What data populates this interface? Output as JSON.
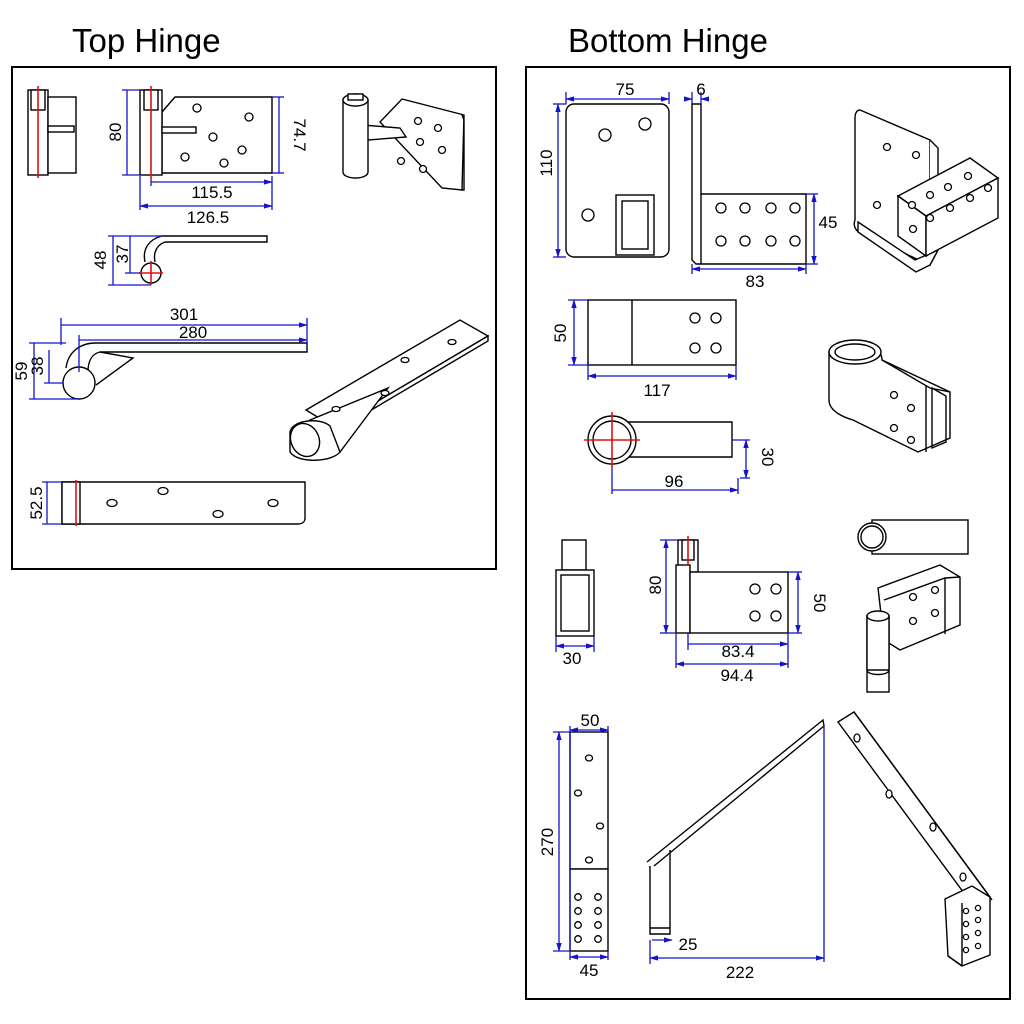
{
  "headings": {
    "top": "Top Hinge",
    "bottom": "Bottom Hinge"
  },
  "top_hinge": {
    "view1": {
      "height": "80",
      "height_right": "74.7",
      "width_inner": "115.5",
      "width_outer": "126.5"
    },
    "view2": {
      "outer": "48",
      "inner": "37"
    },
    "view3": {
      "overall": "301",
      "arm": "280",
      "height_outer": "59",
      "height_inner": "38"
    },
    "view4": {
      "height": "52.5"
    }
  },
  "bottom_hinge": {
    "plate": {
      "width": "75",
      "height": "110"
    },
    "bracket": {
      "thickness": "6",
      "height": "45",
      "length": "83"
    },
    "block": {
      "height": "50",
      "length": "117"
    },
    "tube": {
      "length": "96",
      "height": "30"
    },
    "socket": {
      "width": "30"
    },
    "side": {
      "height": "80",
      "height_right": "50",
      "inner": "83.4",
      "outer": "94.4"
    },
    "strap": {
      "width_top": "50",
      "length": "270",
      "width_bottom": "45"
    },
    "arm": {
      "rise": "25",
      "run": "222"
    }
  },
  "colors": {
    "dimension": "#1414c8",
    "centerline": "#e01010",
    "outline": "#000000"
  }
}
